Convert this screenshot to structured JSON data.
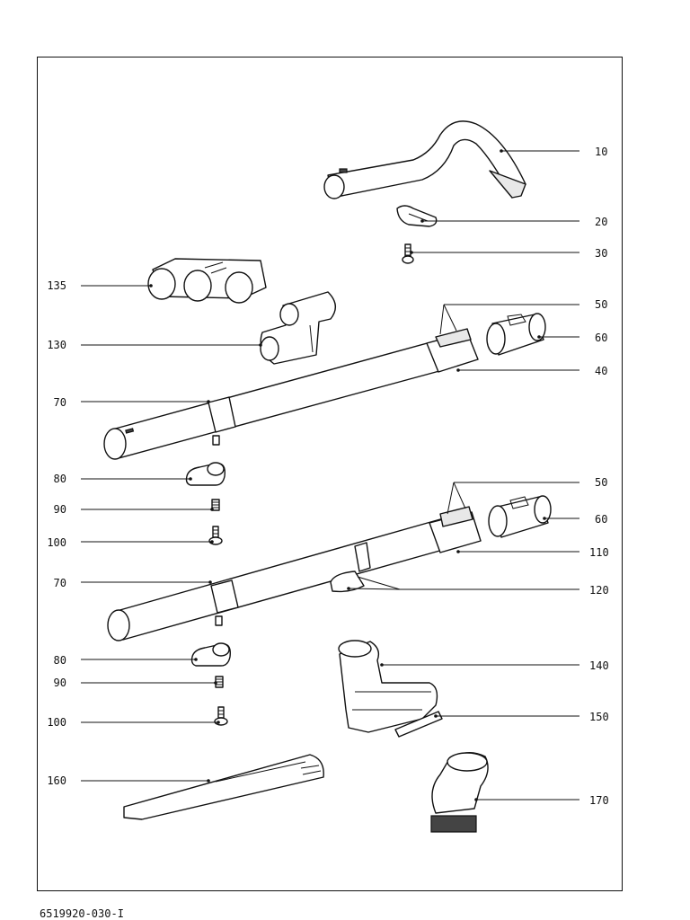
{
  "document_number": "6519920-030-I",
  "labels": {
    "l10": "10",
    "l20": "20",
    "l30": "30",
    "l135": "135",
    "l50a": "50",
    "l130": "130",
    "l60a": "60",
    "l40": "40",
    "l70a": "70",
    "l80a": "80",
    "l50b": "50",
    "l90a": "90",
    "l60b": "60",
    "l100a": "100",
    "l110": "110",
    "l70b": "70",
    "l120": "120",
    "l80b": "80",
    "l140": "140",
    "l90b": "90",
    "l150": "150",
    "l100b": "100",
    "l160": "160",
    "l170": "170"
  }
}
